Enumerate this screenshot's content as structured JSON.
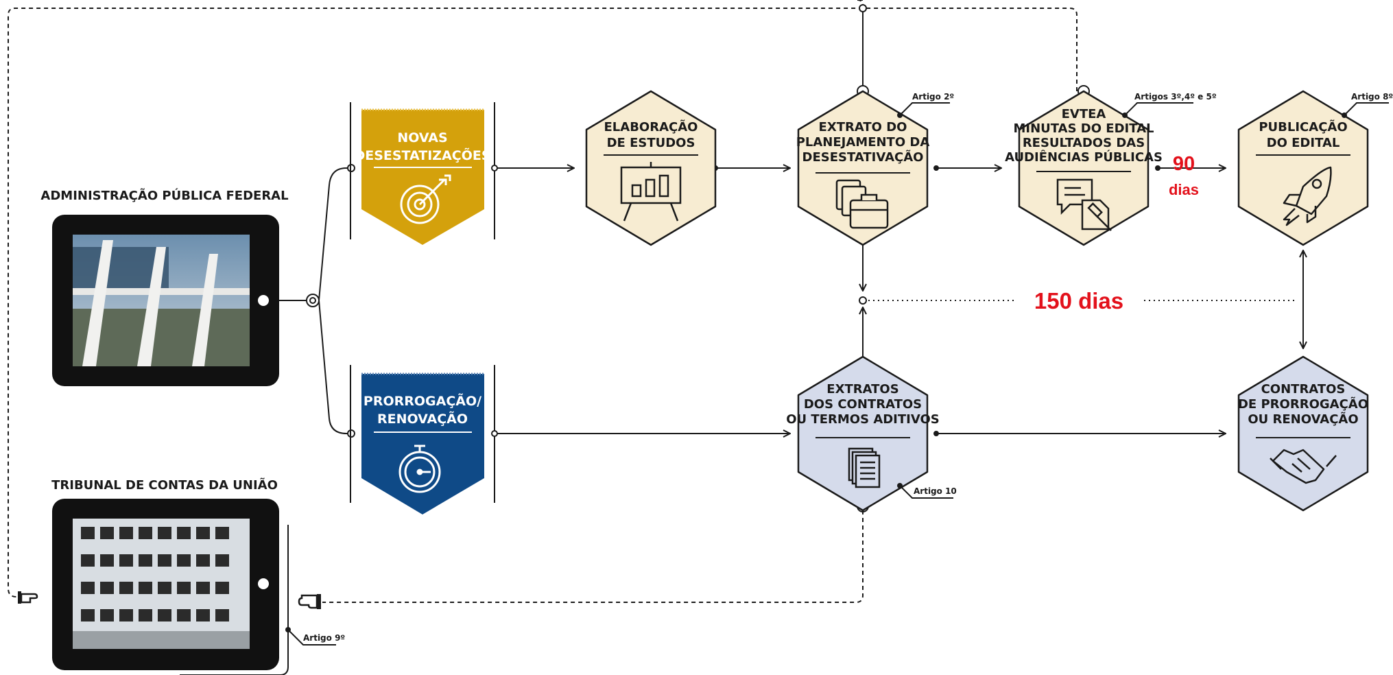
{
  "colors": {
    "gold": "#d4a10c",
    "navy": "#0f4a87",
    "cream": "#f7ecd2",
    "lavender": "#d5dbeb",
    "accent_red": "#e3111b",
    "line": "#1a1a1a"
  },
  "entities": {
    "administracao": "ADMINISTRAÇÃO PÚBLICA FEDERAL",
    "tribunal": "TRIBUNAL DE CONTAS DA UNIÃO"
  },
  "banners": {
    "novas": [
      "NOVAS",
      "DESESTATIZAÇÕES"
    ],
    "prorrogacao": [
      "PRORROGAÇÃO/",
      "RENOVAÇÃO"
    ]
  },
  "hexagons": {
    "estudos": [
      "ELABORAÇÃO",
      "DE ESTUDOS"
    ],
    "extrato": [
      "EXTRATO DO",
      "PLANEJAMENTO DA",
      "DESESTATIVAÇÃO"
    ],
    "evtea": [
      "EVTEA",
      "MINUTAS DO EDITAL",
      "RESULTADOS DAS",
      "AUDIÊNCIAS PÚBLICAS"
    ],
    "publicacao": [
      "PUBLICAÇÃO",
      "DO EDITAL"
    ],
    "extratos": [
      "EXTRATOS",
      "DOS CONTRATOS",
      "OU TERMOS ADITIVOS"
    ],
    "contratos": [
      "CONTRATOS",
      "DE PRORROGAÇÃO",
      "OU RENOVAÇÃO"
    ]
  },
  "articles": {
    "art2": "Artigo 2º",
    "art345": "Artigos 3º,4º e 5º",
    "art8": "Artigo 8º",
    "art10": "Artigo 10",
    "art9": "Artigo 9º"
  },
  "timing": {
    "ninety_value": "90",
    "ninety_unit": "dias",
    "one_fifty": "150 dias"
  },
  "icons": [
    "target-icon",
    "stopwatch-icon",
    "easel-chart-icon",
    "briefcase-icon",
    "document-gavel-icon",
    "rocket-icon",
    "documents-stack-icon",
    "handshake-icon",
    "pointing-hand-icon"
  ]
}
